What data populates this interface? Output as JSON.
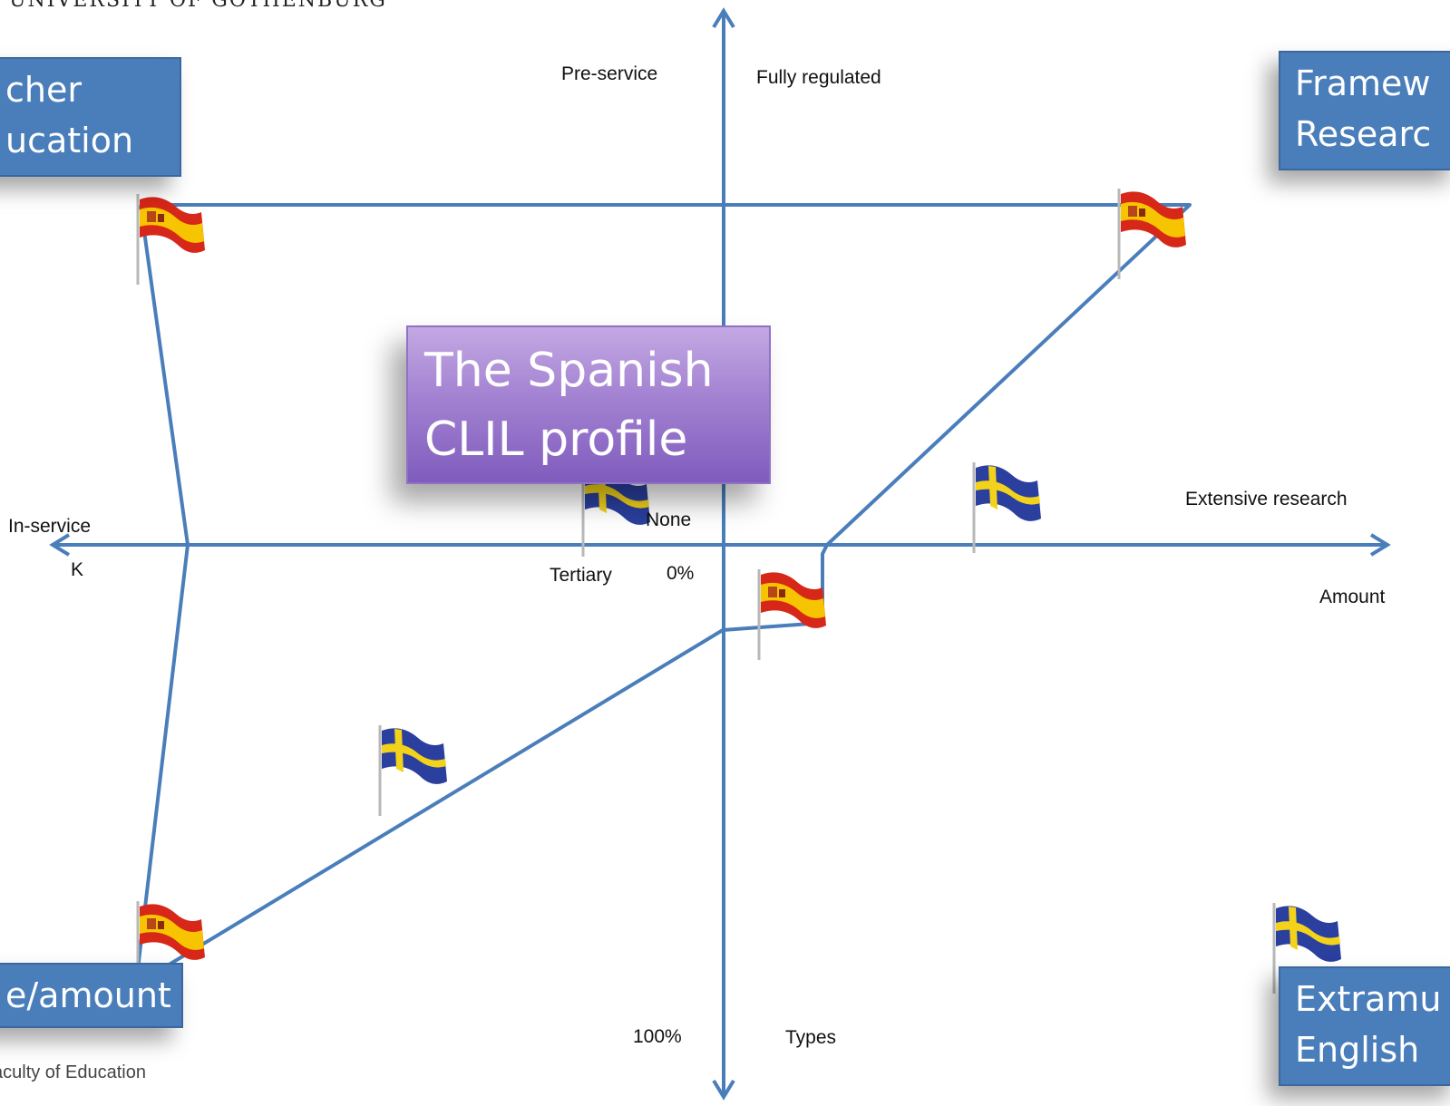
{
  "header": {
    "institution": "UNIVERSITY OF GOTHENBURG"
  },
  "footer": {
    "faculty": "aculty of Education"
  },
  "title": {
    "line1": "The Spanish",
    "line2": "CLIL profile"
  },
  "corner_boxes": {
    "top_left": {
      "line1": "cher",
      "line2": "ucation"
    },
    "top_right": {
      "line1": "Framew",
      "line2": "Researc"
    },
    "bottom_left": {
      "line1": "e/amount"
    },
    "bottom_right": {
      "line1": "Extramu",
      "line2": "English"
    }
  },
  "axis_labels": {
    "pre_service": "Pre-service",
    "fully_regulated": "Fully regulated",
    "in_service": "In-service",
    "k": "K",
    "none": "None",
    "tertiary": "Tertiary",
    "zero_pct": "0%",
    "extensive_research": "Extensive research",
    "amount": "Amount",
    "hundred_pct": "100%",
    "types": "Types"
  },
  "colors": {
    "axis": "#4a7ebb",
    "box": "#4a7ebb",
    "title_box": "#a382d2",
    "spain_red": "#d62718",
    "spain_yellow": "#f6c400",
    "sweden_blue": "#2a3f9e",
    "sweden_yellow": "#f2d21a"
  },
  "icons": {
    "spanish_flag": "spanish-flag-icon",
    "swedish_flag": "swedish-flag-icon"
  }
}
